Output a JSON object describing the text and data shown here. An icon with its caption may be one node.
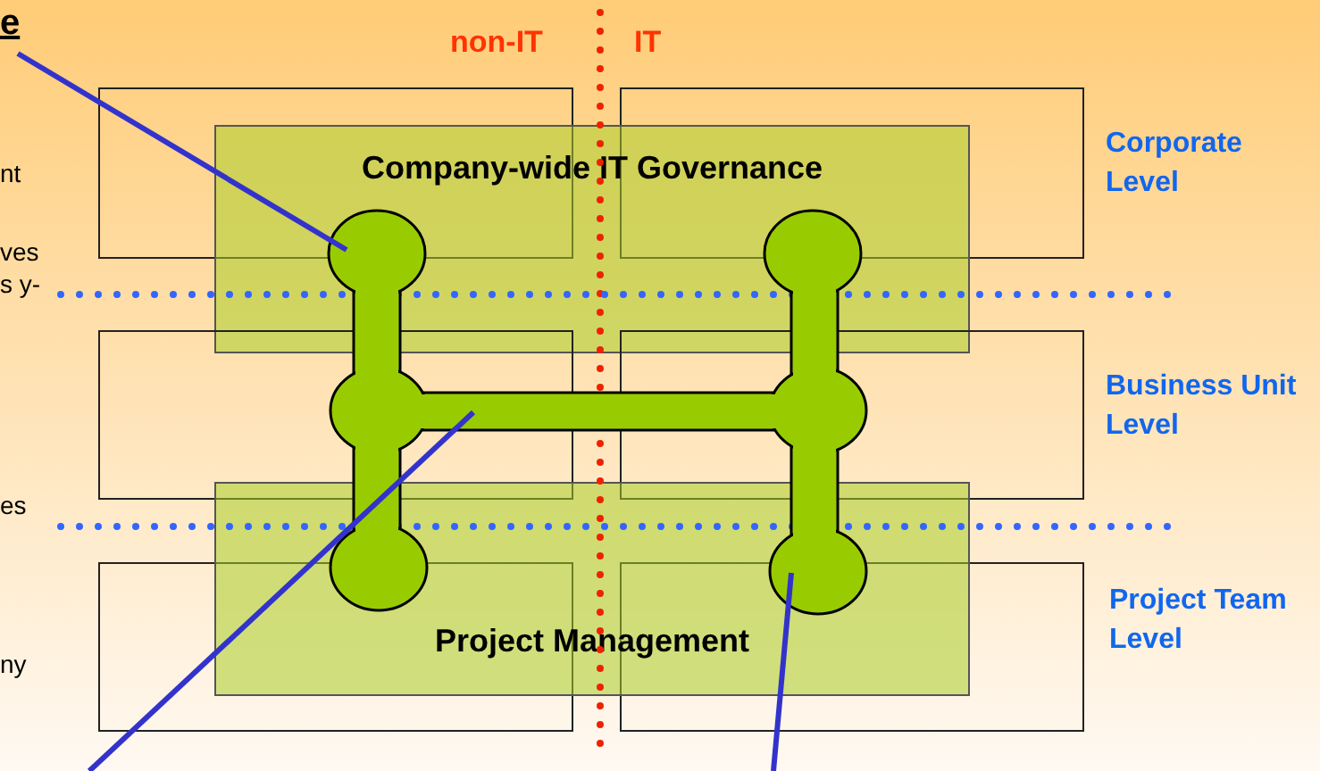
{
  "diagram": {
    "nodes": [
      {
        "text": [],
        "shape": "box"
      },
      {
        "text": [],
        "shape": "box"
      },
      {
        "text": [
          "Company-wide IT Governance"
        ]
      },
      {
        "text": [],
        "shape": "box"
      },
      {
        "text": [],
        "shape": "box"
      },
      {
        "text": [],
        "shape": "box"
      },
      {
        "text": [],
        "shape": "box"
      },
      {
        "text": [
          "Project Management"
        ]
      },
      {
        "text": [],
        "shape": "picture"
      }
    ],
    "edges": [
      {
        "from": null,
        "to": 8,
        "arrow": "none"
      },
      {
        "from": null,
        "to": 8,
        "arrow": "none"
      },
      {
        "from": null,
        "to": 8,
        "arrow": "none"
      }
    ],
    "labels": [
      "e",
      "non-IT",
      "IT",
      "Corporate Level",
      "nt",
      "ves s y-",
      "Business Unit Level",
      "es",
      "Project Team Level",
      "ny"
    ]
  }
}
